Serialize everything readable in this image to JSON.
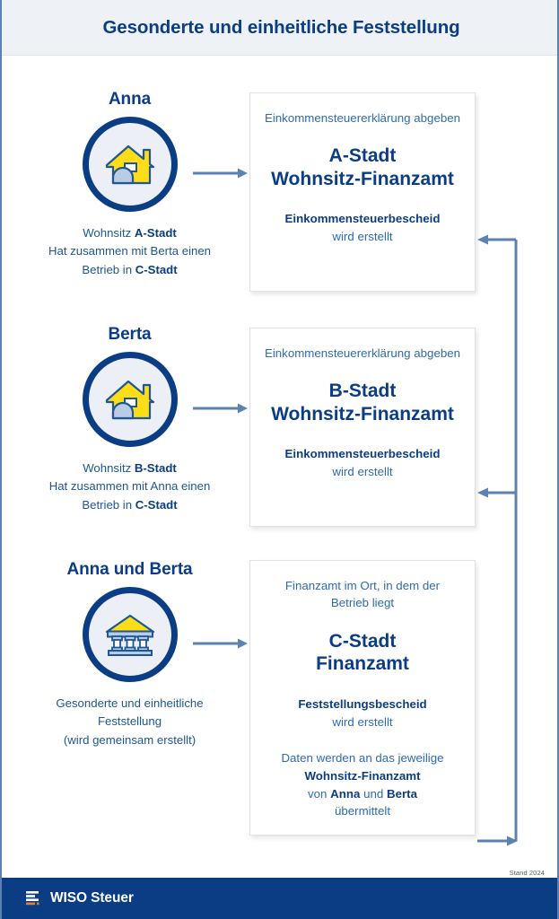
{
  "header": {
    "title": "Gesonderte und einheitliche Feststellung"
  },
  "colors": {
    "navy": "#0b3d84",
    "blue_text": "#2e6bb0",
    "arrow": "#5b82b3",
    "yellow": "#fcdd17",
    "header_band": "#eef2f7",
    "icon_fill": "#eceff5",
    "footer": "#0b3d84",
    "logo_orange": "#f07d22"
  },
  "rows": [
    {
      "person": {
        "name": "Anna",
        "icon": "house-icon",
        "desc_line1_label": "Wohnsitz",
        "desc_line1_value": "A-Stadt",
        "desc_line2": "Hat zusammen mit Berta einen",
        "desc_line3_label": "Betrieb in",
        "desc_line3_value": "C-Stadt"
      },
      "arrow": "arrow-right-icon",
      "card": {
        "lede": "Einkommensteuererklärung abgeben",
        "office_line1": "A-Stadt",
        "office_line2": "Wohnsitz-Finanzamt",
        "result_strong": "Einkommensteuerbescheid",
        "result_text": "wird erstellt"
      }
    },
    {
      "person": {
        "name": "Berta",
        "icon": "house-icon",
        "desc_line1_label": "Wohnsitz",
        "desc_line1_value": "B-Stadt",
        "desc_line2": "Hat zusammen mit Anna einen",
        "desc_line3_label": "Betrieb in",
        "desc_line3_value": "C-Stadt"
      },
      "arrow": "arrow-right-icon",
      "card": {
        "lede": "Einkommensteuererklärung abgeben",
        "office_line1": "B-Stadt",
        "office_line2": "Wohnsitz-Finanzamt",
        "result_strong": "Einkommensteuerbescheid",
        "result_text": "wird erstellt"
      }
    },
    {
      "person": {
        "name": "Anna und Berta",
        "icon": "bank-building-icon",
        "desc_line1": "Gesonderte und einheitliche",
        "desc_line2": "Feststellung",
        "desc_line3": "(wird gemeinsam erstellt)"
      },
      "arrow": "arrow-right-icon",
      "card": {
        "lede_line1": "Finanzamt im Ort, in dem der",
        "lede_line2": "Betrieb liegt",
        "office_line1": "C-Stadt",
        "office_line2": "Finanzamt",
        "result_strong": "Feststellungsbescheid",
        "result_text": "wird erstellt",
        "transfer_line1": "Daten werden an das jeweilige",
        "transfer_strong": "Wohnsitz-Finanzamt",
        "transfer_line3_pre": "von",
        "transfer_line3_name1": "Anna",
        "transfer_line3_mid": "und",
        "transfer_line3_name2": "Berta",
        "transfer_line4": "übermittelt"
      }
    }
  ],
  "feedback_connector": {
    "name": "data-transfer-connector",
    "description": "Verbindung vom C-Stadt Finanzamt zu beiden Wohnsitz-Finanzämtern"
  },
  "stand_note": "Stand 2024",
  "footer": {
    "brand_name": "WISO Steuer",
    "logo": "wiso-logo-icon"
  }
}
